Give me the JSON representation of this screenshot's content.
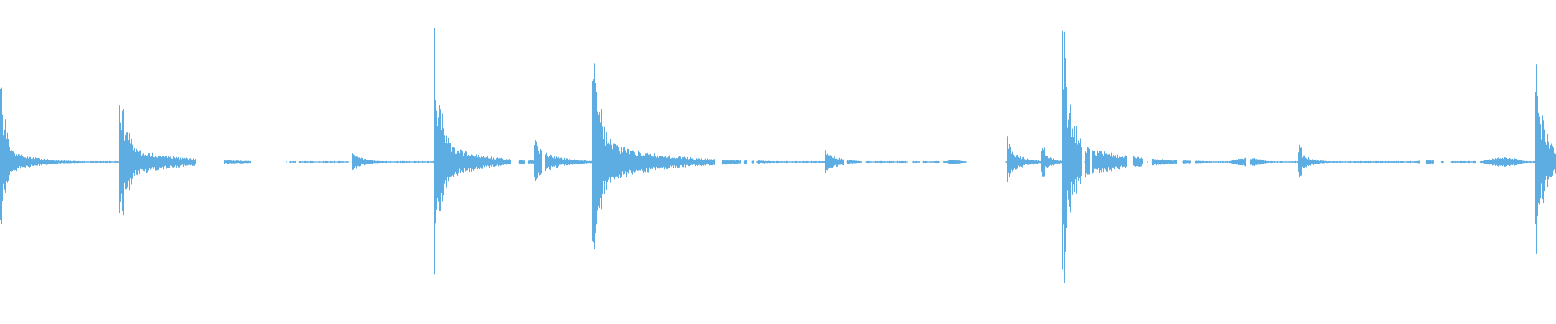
{
  "waveform": {
    "color": "#5dade2",
    "background": "#ffffff",
    "baseline_fraction": 0.5,
    "segments": [
      [
        0.0,
        0.126
      ],
      [
        0.144,
        0.161
      ],
      [
        0.184,
        0.184
      ],
      [
        0.186,
        0.19
      ],
      [
        0.192,
        0.224
      ],
      [
        0.226,
        0.328
      ],
      [
        0.333,
        0.337
      ],
      [
        0.339,
        0.348
      ],
      [
        0.35,
        0.459
      ],
      [
        0.464,
        0.476
      ],
      [
        0.478,
        0.48
      ],
      [
        0.483,
        0.484
      ],
      [
        0.486,
        0.542
      ],
      [
        0.544,
        0.554
      ],
      [
        0.556,
        0.583
      ],
      [
        0.586,
        0.591
      ],
      [
        0.593,
        0.604
      ],
      [
        0.606,
        0.621
      ],
      [
        0.646,
        0.695
      ],
      [
        0.697,
        0.7
      ],
      [
        0.702,
        0.724
      ],
      [
        0.728,
        0.734
      ],
      [
        0.737,
        0.738
      ],
      [
        0.74,
        0.756
      ],
      [
        0.76,
        0.765
      ],
      [
        0.768,
        0.8
      ],
      [
        0.803,
        0.912
      ],
      [
        0.916,
        0.921
      ],
      [
        0.926,
        0.928
      ],
      [
        0.932,
        0.948
      ],
      [
        0.951,
        1.0
      ]
    ],
    "transients": [
      {
        "t": 0.0005,
        "peak_up": 0.58,
        "peak_down": 0.5,
        "decay": 0.018,
        "body": 0.1
      },
      {
        "t": 0.077,
        "peak_up": 0.46,
        "peak_down": 0.47,
        "decay": 0.03,
        "body": 0.12
      },
      {
        "t": 0.226,
        "peak_up": 0.09,
        "peak_down": 0.1,
        "decay": 0.008,
        "body": 0.06
      },
      {
        "t": 0.279,
        "peak_up": 0.86,
        "peak_down": 0.86,
        "decay": 0.024,
        "body": 0.16
      },
      {
        "t": 0.344,
        "peak_up": 0.27,
        "peak_down": 0.28,
        "decay": 0.014,
        "body": 0.1
      },
      {
        "t": 0.381,
        "peak_up": 0.65,
        "peak_down": 0.66,
        "decay": 0.038,
        "body": 0.16
      },
      {
        "t": 0.531,
        "peak_up": 0.1,
        "peak_down": 0.1,
        "decay": 0.01,
        "body": 0.06
      },
      {
        "t": 0.648,
        "peak_up": 0.2,
        "peak_down": 0.18,
        "decay": 0.01,
        "body": 0.08
      },
      {
        "t": 0.67,
        "peak_up": 0.11,
        "peak_down": 0.13,
        "decay": 0.006,
        "body": 0.07
      },
      {
        "t": 0.683,
        "peak_up": 0.82,
        "peak_down": 0.82,
        "decay": 0.03,
        "body": 0.16
      },
      {
        "t": 0.835,
        "peak_up": 0.11,
        "peak_down": 0.11,
        "decay": 0.008,
        "body": 0.06
      },
      {
        "t": 0.987,
        "peak_up": 0.71,
        "peak_down": 0.7,
        "decay": 0.025,
        "body": 0.14
      }
    ],
    "swells": [
      {
        "t": 0.458,
        "width": 0.006,
        "amp": 0.018
      },
      {
        "t": 0.613,
        "width": 0.006,
        "amp": 0.016
      },
      {
        "t": 0.759,
        "width": 0.004,
        "amp": 0.016
      },
      {
        "t": 0.802,
        "width": 0.014,
        "amp": 0.028
      },
      {
        "t": 0.917,
        "width": 0.01,
        "amp": 0.014
      },
      {
        "t": 0.966,
        "width": 0.016,
        "amp": 0.03
      }
    ],
    "noise_floor": 0.006
  }
}
